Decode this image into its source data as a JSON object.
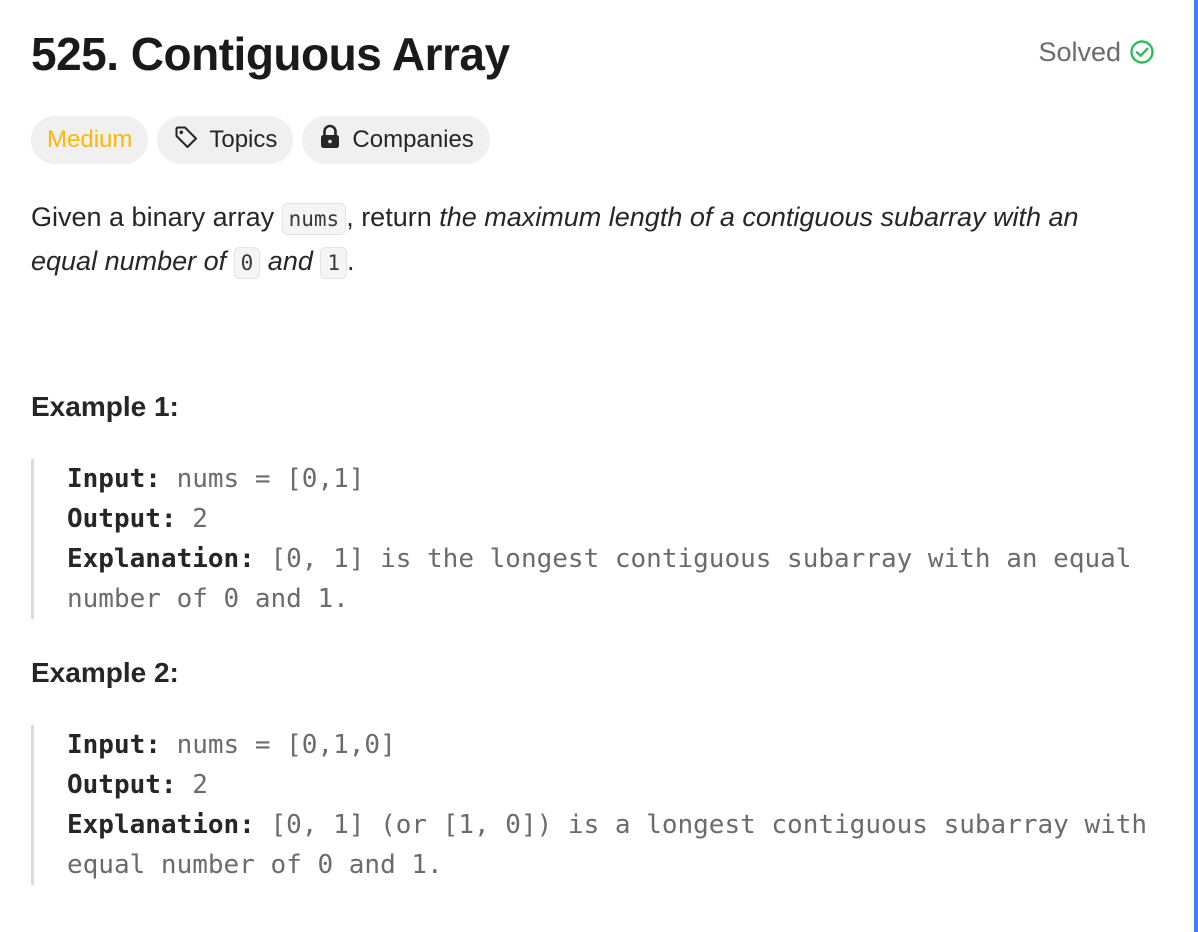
{
  "problem": {
    "title": "525. Contiguous Array",
    "status": "Solved",
    "tags": {
      "difficulty": "Medium",
      "topics": "Topics",
      "companies": "Companies"
    }
  },
  "description": {
    "p1": "Given a binary array ",
    "code_nums": "nums",
    "p2": ", return ",
    "em1": "the maximum length of a contiguous subarray with an equal number of ",
    "code_zero": "0",
    "em2": " and ",
    "code_one": "1",
    "p3": "."
  },
  "examples": [
    {
      "title": "Example 1:",
      "input_label": "Input:",
      "input_value": " nums = [0,1]",
      "output_label": "Output:",
      "output_value": " 2",
      "explanation_label": "Explanation:",
      "explanation_value": " [0, 1] is the longest contiguous subarray with an equal number of 0 and 1."
    },
    {
      "title": "Example 2:",
      "input_label": "Input:",
      "input_value": " nums = [0,1,0]",
      "output_label": "Output:",
      "output_value": " 2",
      "explanation_label": "Explanation:",
      "explanation_value": " [0, 1] (or [1, 0]) is a longest contiguous subarray with equal number of 0 and 1."
    }
  ],
  "colors": {
    "medium": "#ffb800",
    "solved_check": "#2cbb5d",
    "scroll_edge": "#3b82f6"
  },
  "icons": {
    "solved": "check-circle-icon",
    "topics": "tag-icon",
    "companies": "lock-icon"
  }
}
